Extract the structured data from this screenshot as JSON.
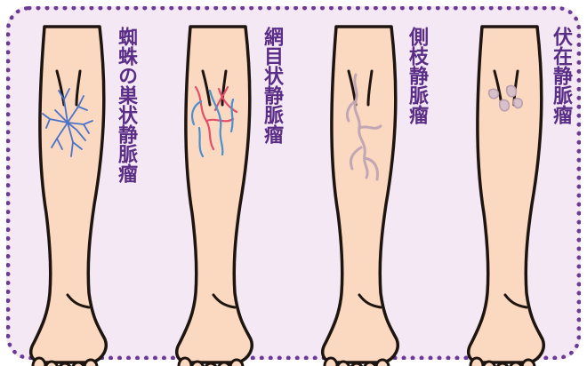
{
  "types": [
    {
      "label": "蜘蛛の巣状静脈瘤",
      "vein_style": "spider",
      "vein_color": "#4a73c9"
    },
    {
      "label": "網目状静脈瘤",
      "vein_style": "reticular",
      "vein_colors": [
        "#e0506a",
        "#4a90d0"
      ]
    },
    {
      "label": "側枝静脈瘤",
      "vein_style": "branch",
      "vein_color": "#c2a6b4"
    },
    {
      "label": "伏在静脈瘤",
      "vein_style": "saphenous",
      "vein_color": "#c9b0bc"
    }
  ],
  "colors": {
    "border": "#6a3a94",
    "background": "#f4e8f4",
    "skin": "#fbd9c1",
    "outline": "#1e1410",
    "label": "#5a2d86"
  }
}
